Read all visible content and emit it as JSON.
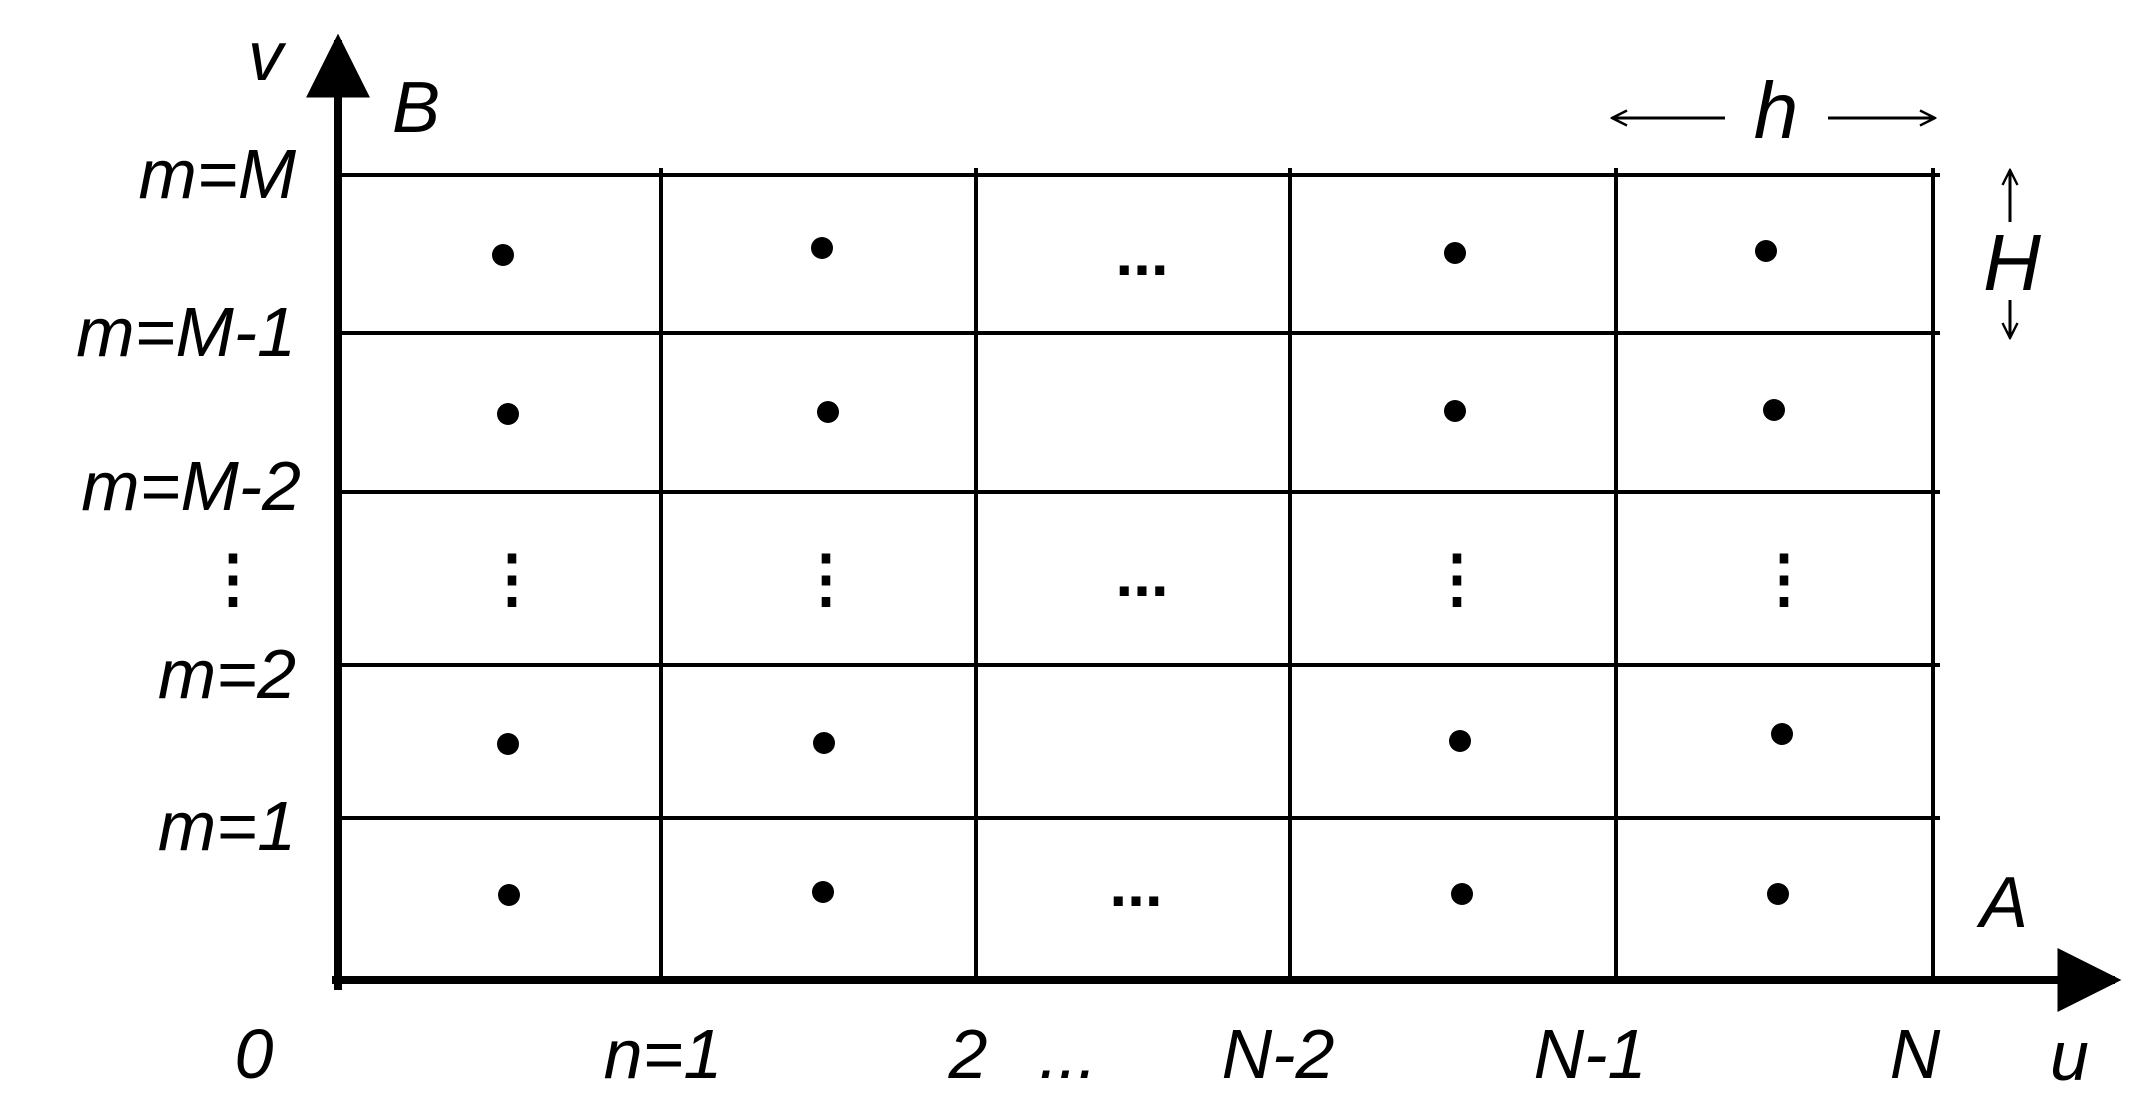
{
  "axes": {
    "vertical_label": "v",
    "horizontal_label": "u"
  },
  "corners": {
    "top_left": "B",
    "bottom_right": "A"
  },
  "dimensions": {
    "cell_width": "h",
    "cell_height": "H"
  },
  "row_labels": [
    "m=M",
    "m=M-1",
    "m=M-2",
    "m=2",
    "m=1"
  ],
  "column_labels": [
    "0",
    "n=1",
    "2",
    "...",
    "N-2",
    "N-1",
    "N"
  ],
  "ellipsis": "...",
  "vertical_ellipsis": "⋮"
}
